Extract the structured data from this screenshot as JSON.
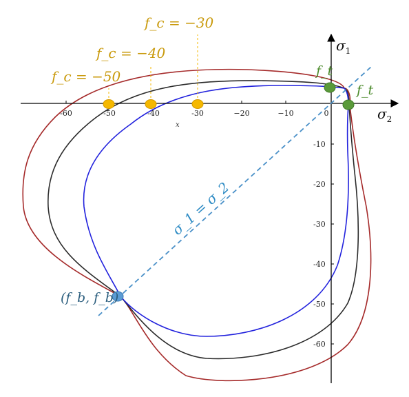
{
  "axes": {
    "x_name_base": "σ",
    "x_name_sub": "2",
    "y_name_base": "σ",
    "y_name_sub": "1",
    "x_var": "x",
    "x_ticks": [
      "-60",
      "-50",
      "-40",
      "-30",
      "−20",
      "−10",
      "0"
    ],
    "y_ticks": [
      "-10",
      "-20",
      "-30",
      "-40",
      "-50",
      "-60"
    ]
  },
  "labels": {
    "fc_50": "f_c = −50",
    "fc_40": "f_c = −40",
    "fc_30": "f_c = −30",
    "ft_top": "f_t",
    "ft_right": "f_t",
    "fb": "(f_b, f_b)",
    "diagonal": "σ_1 = σ_2"
  },
  "colors": {
    "curve_fc50": "#a52a2a",
    "curve_fc40": "#2b2b2b",
    "curve_fc30": "#2222dd",
    "fc_point": "#f5b800",
    "ft_point": "#5a9a3a",
    "fb_point": "#5b9bd5",
    "diagonal": "#4a90c8",
    "label_gold": "#c99a0c"
  }
}
